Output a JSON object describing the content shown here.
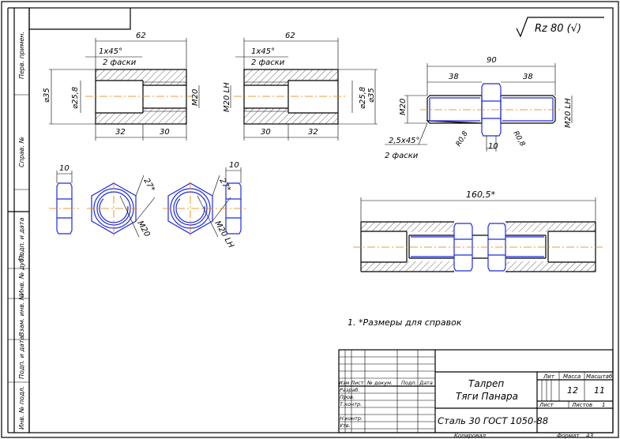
{
  "roughness": "Rz 80 (√)",
  "left_strip": {
    "first_use": "Перв. примен.",
    "ref_no": "Справ. №",
    "sign_date_1": "Подп. и дата",
    "inv_dup": "Инв. № дубл.",
    "replace_inv": "Взам. инв. №",
    "sign_date_2": "Подп. и дата",
    "inv_orig": "Инв. № подл."
  },
  "dims": {
    "coupling_length": "62",
    "chamfer": "1х45°",
    "chamfer_note": "2 фаски",
    "d35": "⌀35",
    "d25": "⌀25,8",
    "m20": "М20",
    "m20lh": "М20 LH",
    "len32": "32",
    "len30": "30",
    "stud_total": "90",
    "stud_half": "38",
    "stud_chamfer": "2,5х45°",
    "stud_chamfer_note": "2 фаски",
    "r08a": "R0,8",
    "r08b": "R0,8",
    "hex_width": "10",
    "across_flats": "27*",
    "assembly_length": "160,5*"
  },
  "note": "1. *Размеры для справок",
  "title_block": {
    "title_line1": "Талреп",
    "title_line2": "Тяги Панара",
    "material": "Сталь 30 ГОСТ 1050-88",
    "lit_header": "Лит",
    "mass_header": "Масса",
    "scale_header": "Масштаб",
    "mass_value": "12",
    "scale_value": "11",
    "sheet_label": "Лист",
    "sheets_label": "Листов",
    "sheets_value": "1",
    "col_izm": "Изм",
    "col_list": "Лист",
    "col_doc": "№ докум.",
    "col_sign": "Подп.",
    "col_date": "Дата",
    "row_razrab": "Разраб.",
    "row_prov": "Пров.",
    "row_tkontr": "Т.контр.",
    "row_nkontr": "Н.контр.",
    "row_utv": "Утв.",
    "copied": "Копировал",
    "format": "Формат",
    "format_value": "А3"
  }
}
